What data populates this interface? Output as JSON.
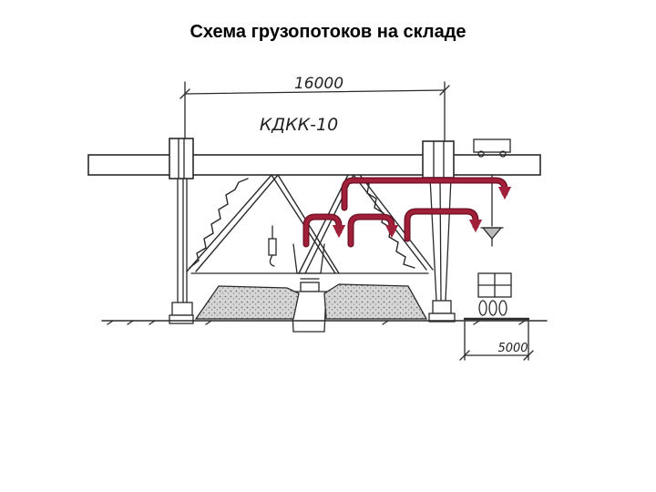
{
  "slide": {
    "title": "Схема грузопотоков на складе"
  },
  "drawing": {
    "span_dimension": "16000",
    "crane_label": "КДКК-10",
    "offset_dimension": "5000"
  },
  "colors": {
    "flow_arrow": "#a0203a",
    "flow_arrow_edge": "#6a0f24",
    "sketch_ink": "#2a2a2a"
  },
  "flows": [
    {
      "id": "flow-1"
    },
    {
      "id": "flow-2"
    },
    {
      "id": "flow-3"
    },
    {
      "id": "flow-4"
    }
  ]
}
